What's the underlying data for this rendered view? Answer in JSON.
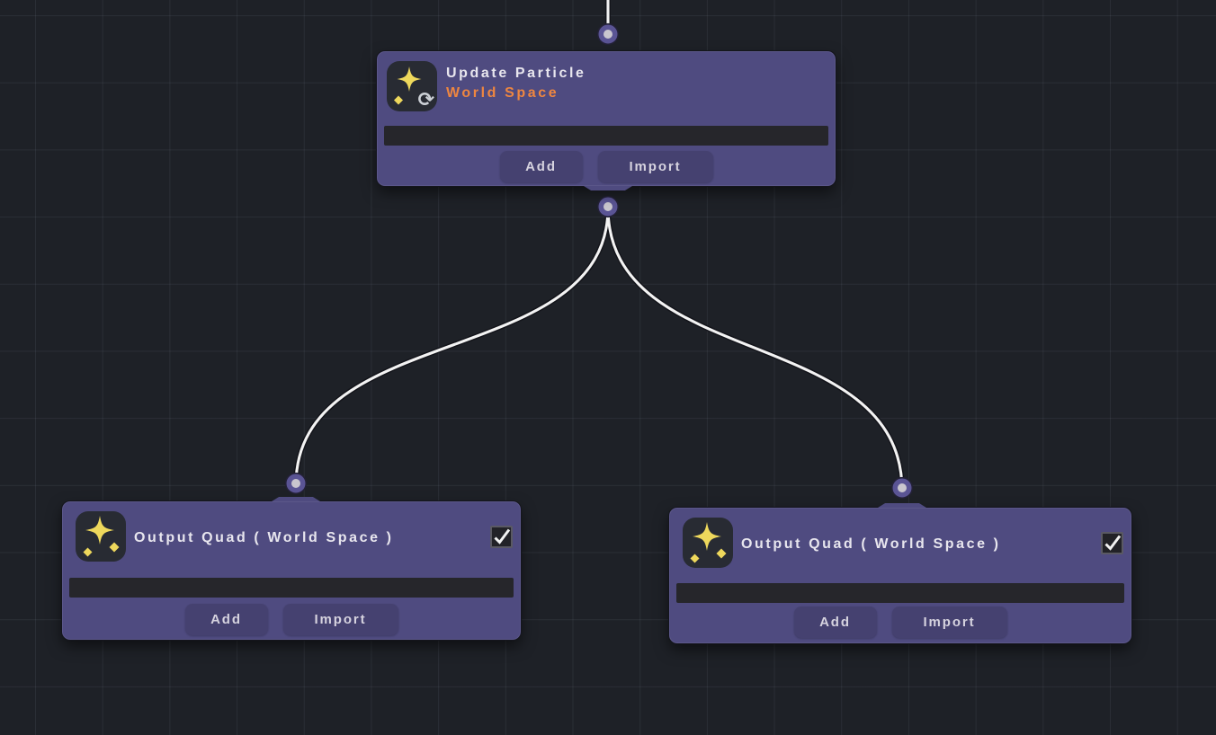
{
  "app": {
    "view": "vfx-graph-canvas"
  },
  "colors": {
    "background": "#1e2127",
    "grid_line": "#2b2f37",
    "node_body": "#4f4b80",
    "button_bg": "#454170",
    "block_strip": "#26262b",
    "title_text": "#e8e6ee",
    "space_label_orange": "#ee8640",
    "edge_white": "#f3f3f3",
    "port_ring": "#5a5494",
    "port_dot": "#c9c6ce",
    "icon_tile": "#282b33",
    "star_yellow": "#eed85c"
  },
  "icons": {
    "update": {
      "name": "particle-update-icon",
      "badge_glyph": "⟳"
    },
    "output": {
      "name": "particle-output-icon"
    }
  },
  "edges": [
    {
      "from": "offscreen-top",
      "to": "update-particle"
    },
    {
      "from": "update-particle",
      "to": "output-quad-left"
    },
    {
      "from": "update-particle",
      "to": "output-quad-right"
    }
  ],
  "nodes": {
    "update": {
      "title": "Update Particle",
      "subtitle": "World Space",
      "add_label": "Add",
      "import_label": "Import"
    },
    "output_left": {
      "title": "Output Quad ( World Space )",
      "checked": true,
      "add_label": "Add",
      "import_label": "Import"
    },
    "output_right": {
      "title": "Output Quad ( World Space )",
      "checked": true,
      "add_label": "Add",
      "import_label": "Import"
    }
  }
}
